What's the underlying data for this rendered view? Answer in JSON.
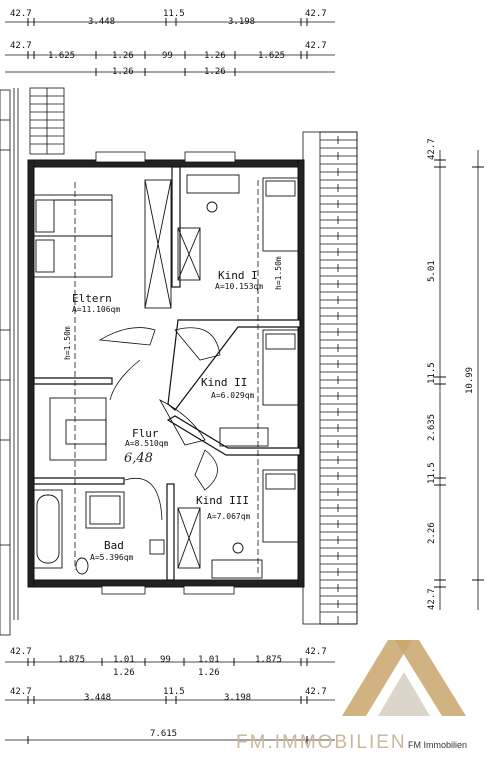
{
  "dims_top": {
    "row1": [
      "42.7",
      "3.448",
      "11.5",
      "3.198",
      "42.7"
    ],
    "row2a": [
      "42.7",
      "42.7"
    ],
    "row2b": [
      "1.625",
      "1.26",
      "99",
      "1.26",
      "1.625"
    ],
    "row2c": [
      "1.26",
      "1.26"
    ]
  },
  "dims_bottom": {
    "row1": [
      "42.7",
      "1.875",
      "1.01",
      "99",
      "1.01",
      "1.875",
      "42.7"
    ],
    "row1sub": [
      "1.26",
      "1.26"
    ],
    "row2": [
      "42.7",
      "3.448",
      "11.5",
      "3.198",
      "42.7"
    ],
    "row3": [
      "7.615"
    ]
  },
  "dims_right": {
    "inner": [
      "42.7",
      "5.01",
      "11.5",
      "2.635",
      "11.5",
      "2.26",
      "42.7"
    ],
    "total": "10.99"
  },
  "rooms": {
    "eltern": {
      "name": "Eltern",
      "area": "A=11.106qm",
      "height": "h=1.50m"
    },
    "kind1": {
      "name": "Kind I",
      "area": "A=10.153qm",
      "height": "h=1.50m"
    },
    "kind2": {
      "name": "Kind II",
      "area": "A=6.029qm"
    },
    "kind3": {
      "name": "Kind III",
      "area": "A=7.067qm"
    },
    "flur": {
      "name": "Flur",
      "area": "A=8.510qm",
      "handwritten": "6,48"
    },
    "bad": {
      "name": "Bad",
      "area": "A=5.396qm"
    }
  },
  "brand": {
    "logo_text": "FM.IMMOBILIEN",
    "watermark": "FM Immobilien",
    "gold": "#c9a66b",
    "grey": "#d8d0c4"
  }
}
